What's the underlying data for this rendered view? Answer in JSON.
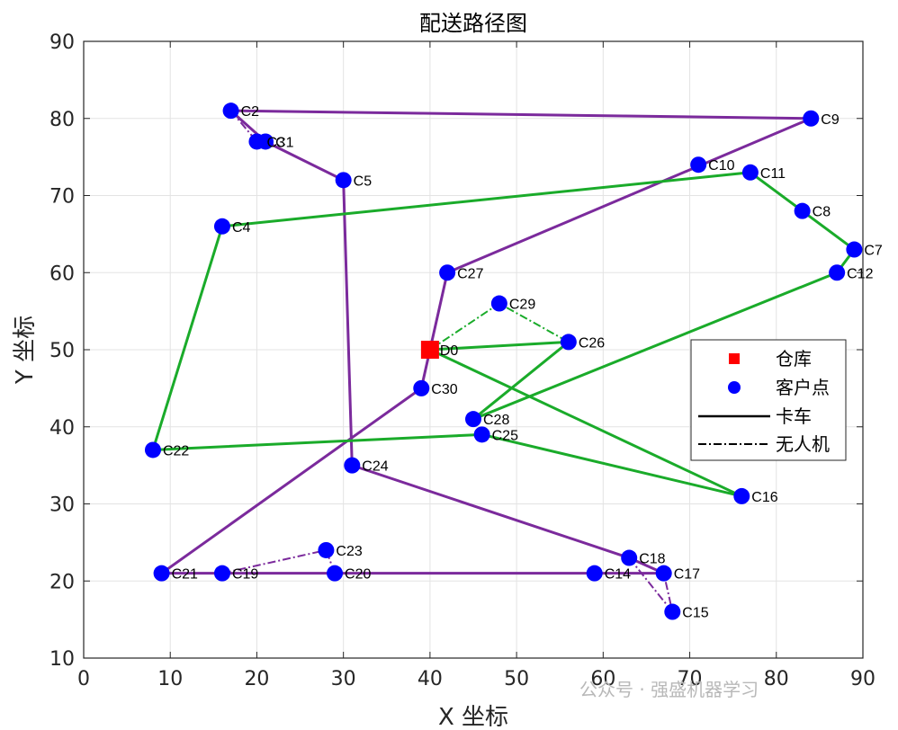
{
  "chart_data": {
    "type": "scatter",
    "title": "配送路径图",
    "xlabel": "X 坐标",
    "ylabel": "Y 坐标",
    "xlim": [
      0,
      90
    ],
    "ylim": [
      10,
      90
    ],
    "xticks": [
      0,
      10,
      20,
      30,
      40,
      50,
      60,
      70,
      80,
      90
    ],
    "yticks": [
      10,
      20,
      30,
      40,
      50,
      60,
      70,
      80,
      90
    ],
    "grid": true,
    "legend_position": "right",
    "legend": [
      {
        "label": "仓库",
        "marker": "square",
        "color": "#ff0000"
      },
      {
        "label": "客户点",
        "marker": "circle",
        "color": "#0000ff"
      },
      {
        "label": "卡车",
        "line": "solid",
        "color": "#000000"
      },
      {
        "label": "无人机",
        "line": "dashdot",
        "color": "#000000"
      }
    ],
    "depot": {
      "name": "D0",
      "x": 40,
      "y": 50
    },
    "customers": [
      {
        "name": "C1",
        "x": 21,
        "y": 77
      },
      {
        "name": "C2",
        "x": 17,
        "y": 81
      },
      {
        "name": "C3",
        "x": 20,
        "y": 77
      },
      {
        "name": "C4",
        "x": 16,
        "y": 66
      },
      {
        "name": "C5",
        "x": 30,
        "y": 72
      },
      {
        "name": "C7",
        "x": 89,
        "y": 63
      },
      {
        "name": "C8",
        "x": 83,
        "y": 68
      },
      {
        "name": "C9",
        "x": 84,
        "y": 80
      },
      {
        "name": "C10",
        "x": 71,
        "y": 74
      },
      {
        "name": "C11",
        "x": 77,
        "y": 73
      },
      {
        "name": "C12",
        "x": 87,
        "y": 60
      },
      {
        "name": "C14",
        "x": 59,
        "y": 21
      },
      {
        "name": "C15",
        "x": 68,
        "y": 16
      },
      {
        "name": "C16",
        "x": 76,
        "y": 31
      },
      {
        "name": "C17",
        "x": 67,
        "y": 21
      },
      {
        "name": "C18",
        "x": 63,
        "y": 23
      },
      {
        "name": "C19",
        "x": 16,
        "y": 21
      },
      {
        "name": "C20",
        "x": 29,
        "y": 21
      },
      {
        "name": "C21",
        "x": 9,
        "y": 21
      },
      {
        "name": "C22",
        "x": 8,
        "y": 37
      },
      {
        "name": "C23",
        "x": 28,
        "y": 24
      },
      {
        "name": "C24",
        "x": 31,
        "y": 35
      },
      {
        "name": "C25",
        "x": 46,
        "y": 39
      },
      {
        "name": "C26",
        "x": 56,
        "y": 51
      },
      {
        "name": "C27",
        "x": 42,
        "y": 60
      },
      {
        "name": "C28",
        "x": 45,
        "y": 41
      },
      {
        "name": "C29",
        "x": 48,
        "y": 56
      },
      {
        "name": "C30",
        "x": 39,
        "y": 45
      }
    ],
    "routes": [
      {
        "color": "#7b2a9c",
        "truck_path": [
          "D0",
          "C27",
          "C9",
          "C2",
          "C1",
          "C5",
          "C24",
          "C18",
          "C17",
          "C14",
          "C20",
          "C19",
          "C21",
          "C30",
          "D0"
        ],
        "drone_trips": [
          [
            "C2",
            "C3",
            "C1"
          ],
          [
            "C18",
            "C15",
            "C17"
          ],
          [
            "C20",
            "C23",
            "C19"
          ]
        ]
      },
      {
        "color": "#1aab2a",
        "truck_path": [
          "D0",
          "C26",
          "C28",
          "C12",
          "C7",
          "C8",
          "C11",
          "C4",
          "C22",
          "C25",
          "C16",
          "D0"
        ],
        "drone_trips": [
          [
            "D0",
            "C29",
            "C26"
          ]
        ]
      }
    ]
  },
  "watermark": "公众号 · 强盛机器学习"
}
